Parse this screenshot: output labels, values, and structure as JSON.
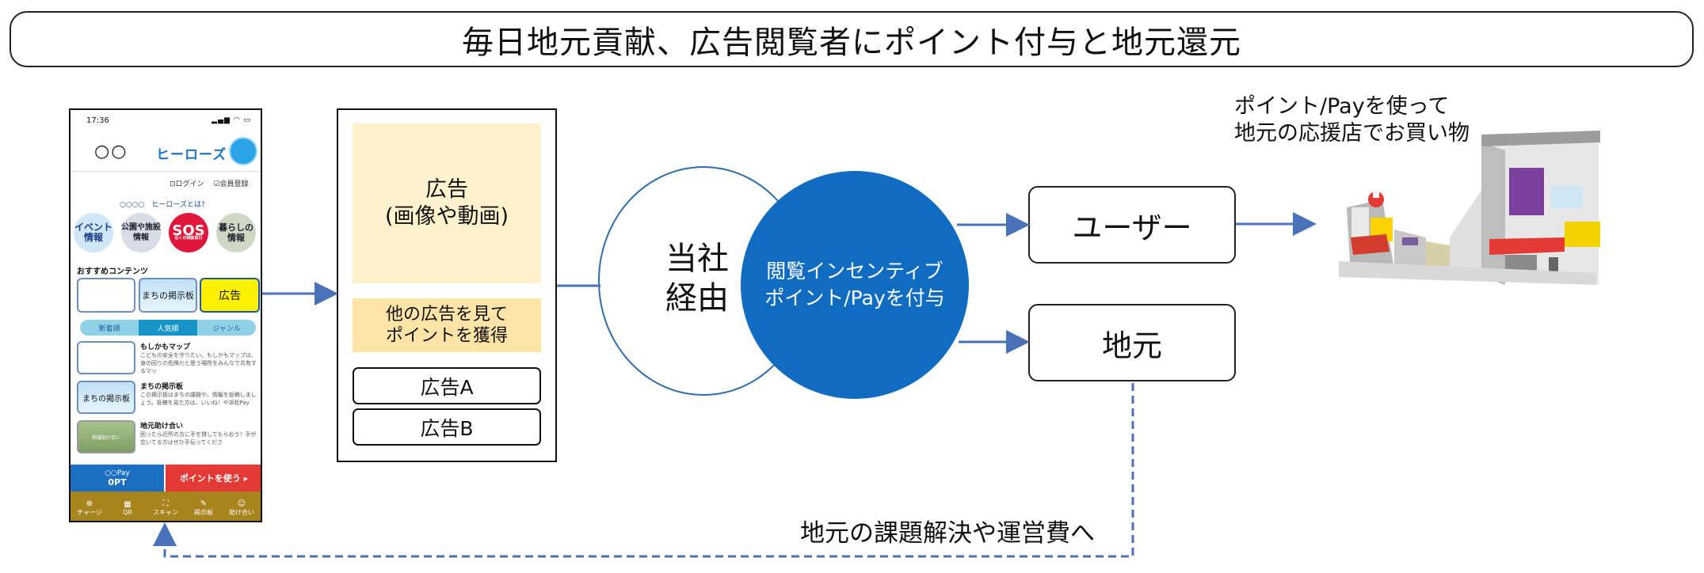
{
  "title": "毎日地元貢献、広告閲覧者にポイント付与と地元還元",
  "phone": {
    "time": "17:36",
    "header_circles": "○○",
    "logo": "ヒーローズ",
    "login": "ログイン",
    "register": "会員登録",
    "about": "○○○○　ヒーローズとは?",
    "icons": [
      "イベント情報",
      "公園や施設情報",
      "SOS",
      "暮らしの情報"
    ],
    "sos_sub": "近くの相談窓口",
    "recommend_heading": "おすすめコンテンツ",
    "cards": [
      "",
      "まちの掲示板",
      "広告"
    ],
    "tabs": [
      "新着順",
      "人気順",
      "ジャンル"
    ],
    "list": [
      {
        "thumb": "",
        "title": "もしかもマップ",
        "text": "こどもの安全を守りたい。もしかもマップは、身の回りの危険だと思う場所をみんなで共有するマッ"
      },
      {
        "thumb": "まちの掲示板",
        "title": "まちの掲示板",
        "text": "この掲示板はまちの課題や、情報を投稿しましょう。投稿を見た方は、いいね！や浜松Pay"
      },
      {
        "thumb": "地域助け合い",
        "title": "地元助け合い",
        "text": "困ったら近所の方に手を貸してもらおう！手が空いてる方はぜひ手伝ってくださ"
      }
    ],
    "pay_label": "○○Pay",
    "pay_value": "0PT",
    "point_button": "ポイントを使う ▸",
    "nav": [
      "チャージ",
      "QR",
      "スキャン",
      "掲示板",
      "助け合い"
    ]
  },
  "ad_panel": {
    "main_line1": "広告",
    "main_line2": "(画像や動画)",
    "other_line1": "他の広告を見て",
    "other_line2": "ポイントを獲得",
    "ad_a": "広告A",
    "ad_b": "広告B"
  },
  "via_line1": "当社",
  "via_line2": "経由",
  "incentive_line1": "閲覧インセンティブ",
  "incentive_line2": "ポイント/Payを付与",
  "user_box": "ユーザー",
  "local_box": "地元",
  "shop_caption_line1": "ポイント/Payを使って",
  "shop_caption_line2": "地元の応援店でお買い物",
  "return_caption": "地元の課題解決や運営費へ",
  "colors": {
    "arrow": "#4a72b8",
    "circle_fill": "#0f6cc0",
    "ad_main": "#fff2cc",
    "ad_other": "#ffe4a8",
    "phone_nav": "#a8841f"
  }
}
